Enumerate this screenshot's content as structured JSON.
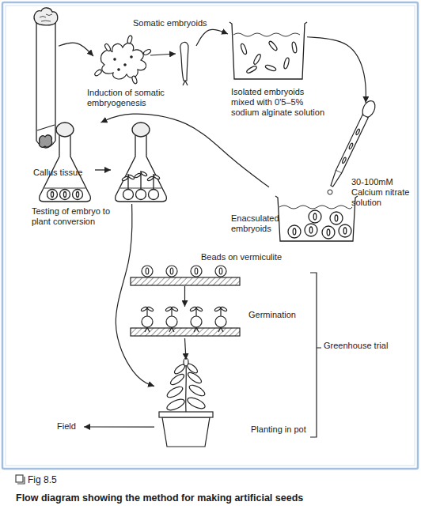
{
  "diagram": {
    "caption": "Flow diagram showing the method for making artificial seeds",
    "nodes": [
      {
        "text": [
          "Callus tissue"
        ]
      },
      {
        "text": [
          "Somatic embryoids",
          "Induction of somatic embryogenesis"
        ]
      },
      {
        "text": [
          "Isolated embryoids mixed with 0'5–5% sodium alginate solution"
        ]
      },
      {
        "text": [
          "30-100mM Calcium nitrate solution",
          "Enacsulated embryoids"
        ]
      },
      {
        "text": [
          "Testing of embryo to plant conversion"
        ]
      },
      {
        "text": [
          "Beads on vermiculite"
        ]
      },
      {
        "text": [
          "Germination"
        ]
      },
      {
        "text": [
          "Planting in pot"
        ]
      },
      {
        "text": [
          "Field"
        ]
      }
    ],
    "edges": [
      {
        "from": 0,
        "to": 1,
        "arrow": "to"
      },
      {
        "from": 1,
        "to": 2,
        "arrow": "to"
      },
      {
        "from": 2,
        "to": 3,
        "arrow": "to"
      },
      {
        "from": 3,
        "to": 4,
        "arrow": "to"
      },
      {
        "from": 4,
        "to": 7,
        "arrow": "to"
      },
      {
        "from": 5,
        "to": 6,
        "arrow": "to"
      },
      {
        "from": 6,
        "to": 7,
        "arrow": "to"
      },
      {
        "from": 7,
        "to": 8,
        "arrow": "to"
      }
    ],
    "labels": [
      "Greenhouse trial",
      "Fig 8.5"
    ]
  }
}
